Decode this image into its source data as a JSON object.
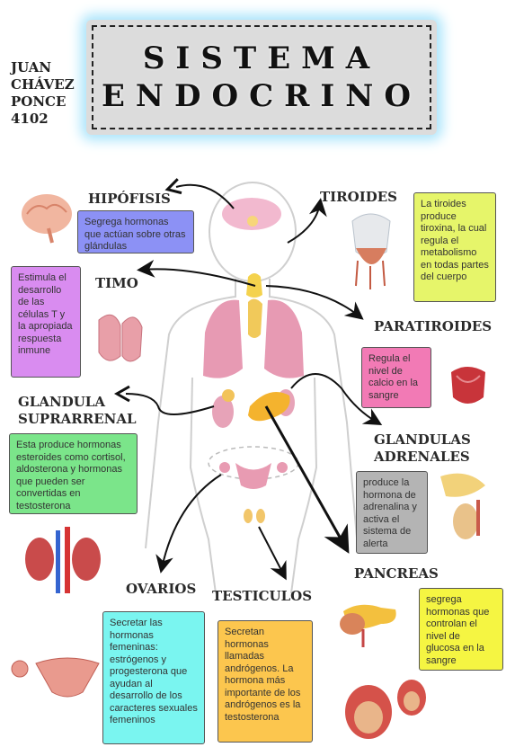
{
  "author": {
    "line1": "JUAN",
    "line2": "CHÁVEZ",
    "line3": "PONCE",
    "line4": "4102"
  },
  "title": {
    "line1": "SISTEMA",
    "line2": "ENDOCRINO"
  },
  "labels": {
    "hipofisis": "HIPÓFISIS",
    "tiroides": "TIROIDES",
    "timo": "TIMO",
    "paratiroides": "PARATIROIDES",
    "glandula_suprarrenal_1": "GLANDULA",
    "glandula_suprarrenal_2": "SUPRARRENAL",
    "glandulas_adrenales_1": "GLANDULAS",
    "glandulas_adrenales_2": "ADRENALES",
    "ovarios": "OVARIOS",
    "testiculos": "TESTICULOS",
    "pancreas": "PANCREAS"
  },
  "boxes": {
    "hipofisis": "Segrega hormonas que actúan sobre otras glándulas",
    "tiroides": "La tiroides produce tiroxina, la cual regula el metabolismo en todas partes del cuerpo",
    "timo": "Estimula el desarrollo de las células T y la apropiada respuesta inmune",
    "paratiroides": "Regula el nivel de calcio en la sangre",
    "suprarrenal": "Esta produce hormonas esteroides como cortisol, aldosterona y hormonas que pueden ser convertidas en testosterona",
    "adrenales": "produce la hormona de adrenalina y activa el sistema de alerta",
    "pancreas": "segrega hormonas que controlan el nivel de glucosa en la sangre",
    "ovarios": "Secretar las hormonas femeninas: estrógenos y progesterona que ayudan al desarrollo de los caracteres sexuales femeninos",
    "testiculos": "Secretan hormonas llamadas andrógenos. La hormona más importante de los andrógenos es la testosterona"
  },
  "colors": {
    "blue_box": "#8c91f5",
    "lime_box": "#e6f56a",
    "violet_box": "#d98cf0",
    "pink_box": "#f27ab5",
    "green_box": "#7be58a",
    "gray_box": "#b4b4b4",
    "yellow_box": "#f5f542",
    "cyan_box": "#7af5f0",
    "orange_box": "#fcc64e",
    "title_glow": "#a9e4fb"
  }
}
